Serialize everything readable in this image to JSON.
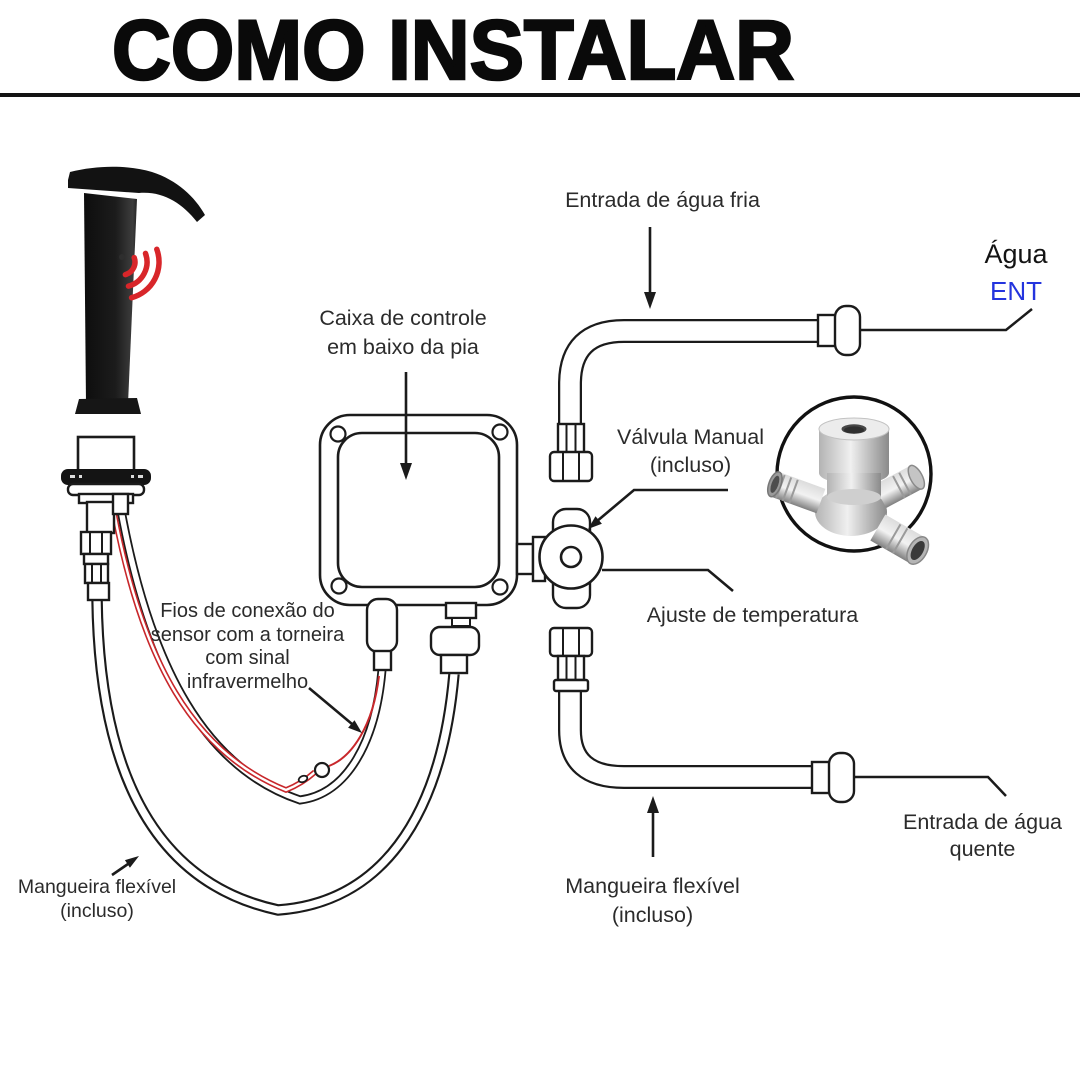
{
  "title": "COMO INSTALAR",
  "labels": {
    "cold_inlet": "Entrada de água fria",
    "water": "Água",
    "water_entry": "ENT",
    "control_box": [
      "Caixa de controle",
      "em baixo da pia"
    ],
    "manual_valve": [
      "Válvula Manual",
      "(incluso)"
    ],
    "temperature": "Ajuste de temperatura",
    "sensor_wires": [
      "Fios de conexão do",
      "sensor com a torneira",
      "com sinal",
      "infravermelho"
    ],
    "hose_left": [
      "Mangueira flexível",
      "(incluso)"
    ],
    "hose_bottom": [
      "Mangueira flexível",
      "(incluso)"
    ],
    "hot_inlet": [
      "Entrada de água",
      "quente"
    ]
  },
  "colors": {
    "line": "#1b1b1b",
    "signal_red": "#d8262a",
    "wire_red": "#c8272b",
    "entry_blue": "#2434de",
    "faucet_black": "#141414"
  }
}
